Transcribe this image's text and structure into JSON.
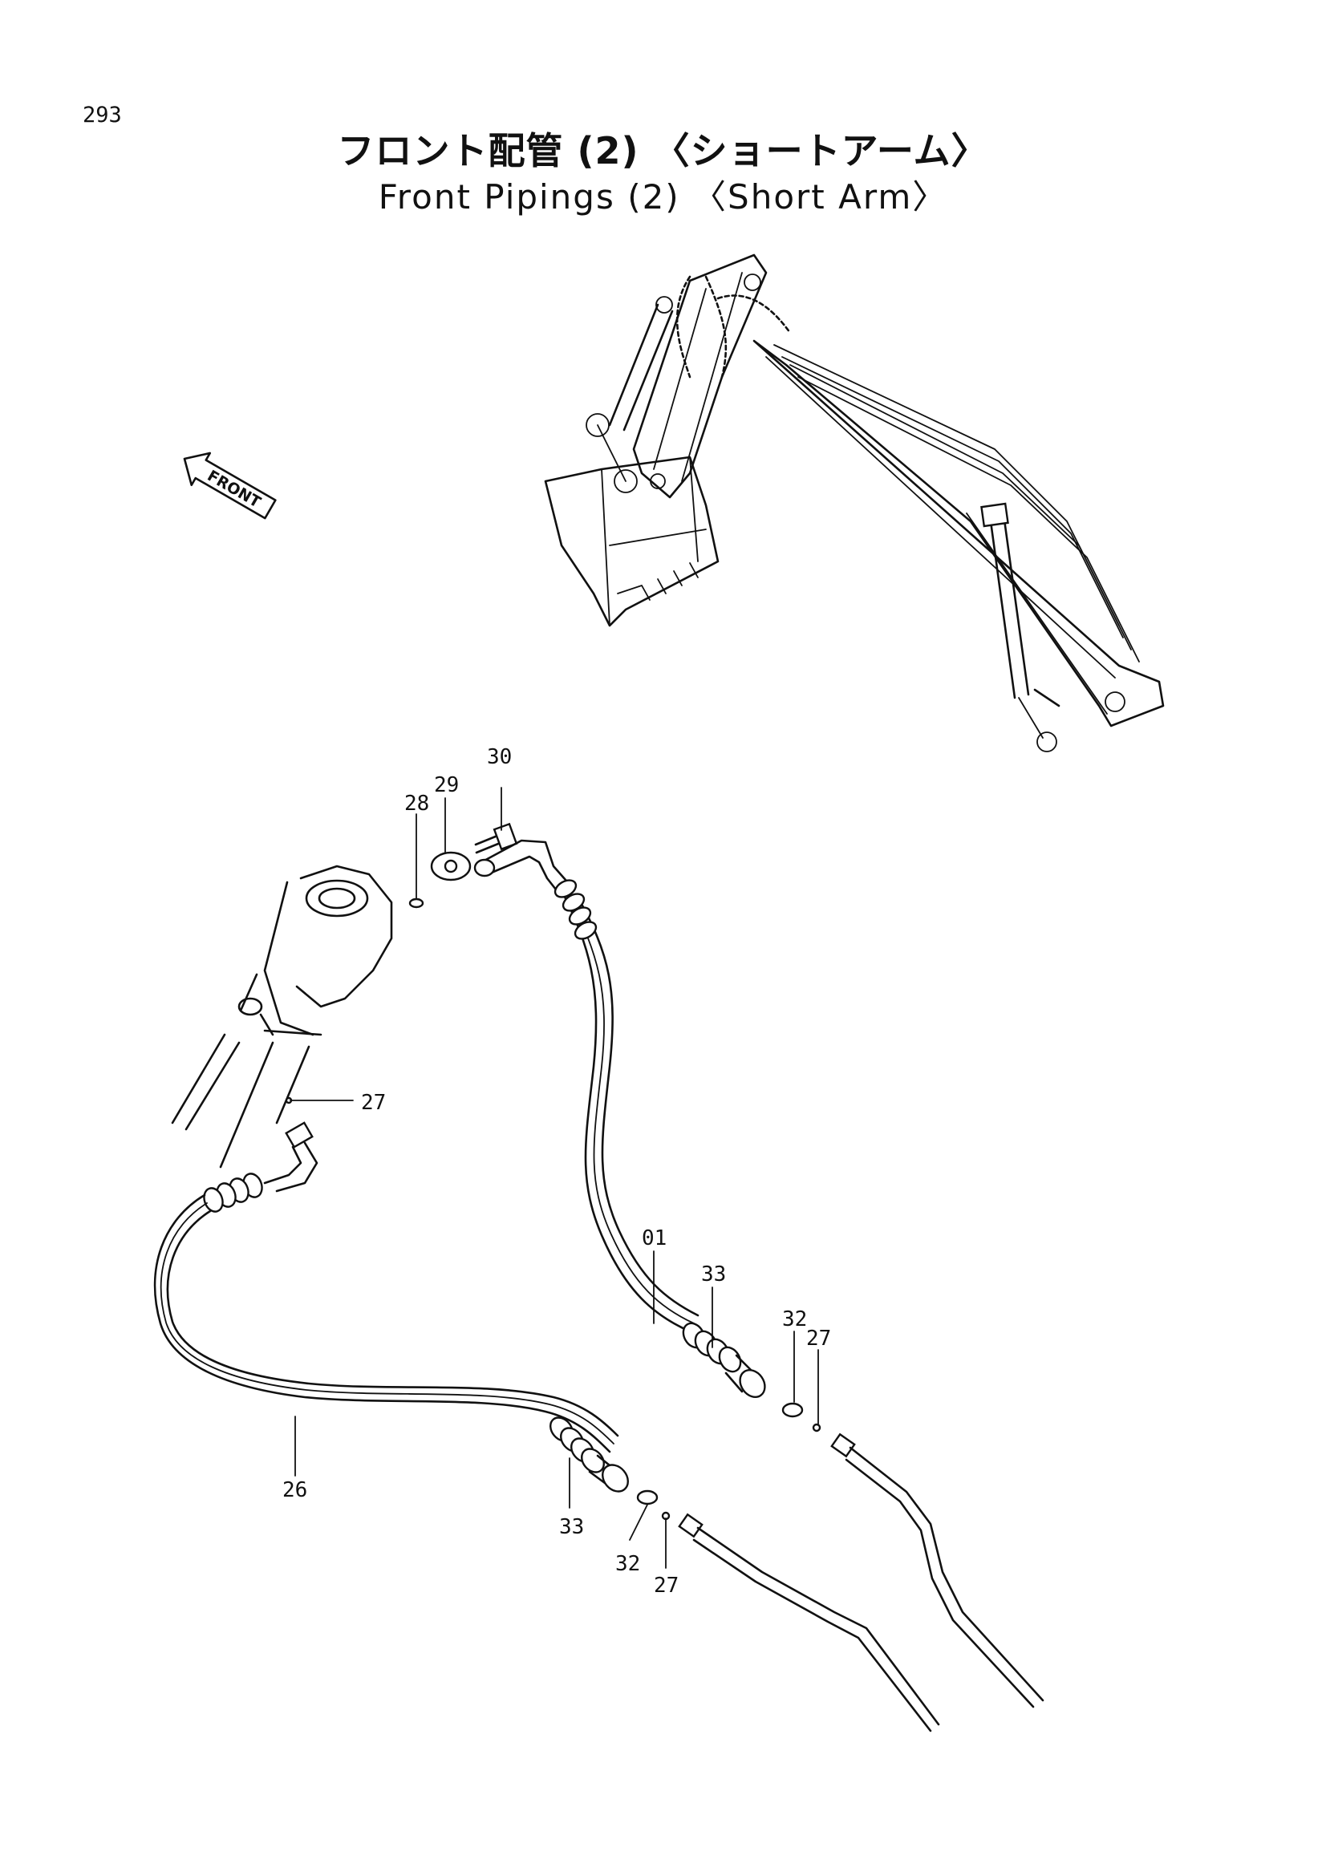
{
  "page": {
    "number": "293",
    "title_jp": "フロント配管 (2) 〈ショートアーム〉",
    "title_en": "Front Pipings (2) 〈Short Arm〉"
  },
  "front_indicator": {
    "label": "FRONT",
    "icon": "arrow-icon"
  },
  "callouts": {
    "part_01": "01",
    "part_26": "26",
    "part_27_a": "27",
    "part_27_b": "27",
    "part_27_c": "27",
    "part_28": "28",
    "part_29": "29",
    "part_30": "30",
    "part_32_a": "32",
    "part_32_b": "32",
    "part_33_a": "33",
    "part_33_b": "33"
  }
}
